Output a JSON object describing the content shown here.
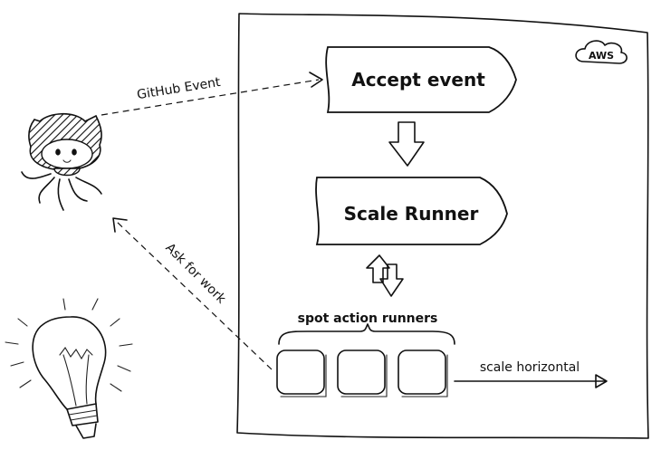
{
  "diagram": {
    "cloud_badge": "AWS",
    "nodes": {
      "accept": "Accept event",
      "scale": "Scale Runner"
    },
    "edges": {
      "github_event": "GitHub Event",
      "ask_for_work": "Ask for work",
      "scale_horizontal": "scale horizontal"
    },
    "runners_label": "spot action runners"
  }
}
